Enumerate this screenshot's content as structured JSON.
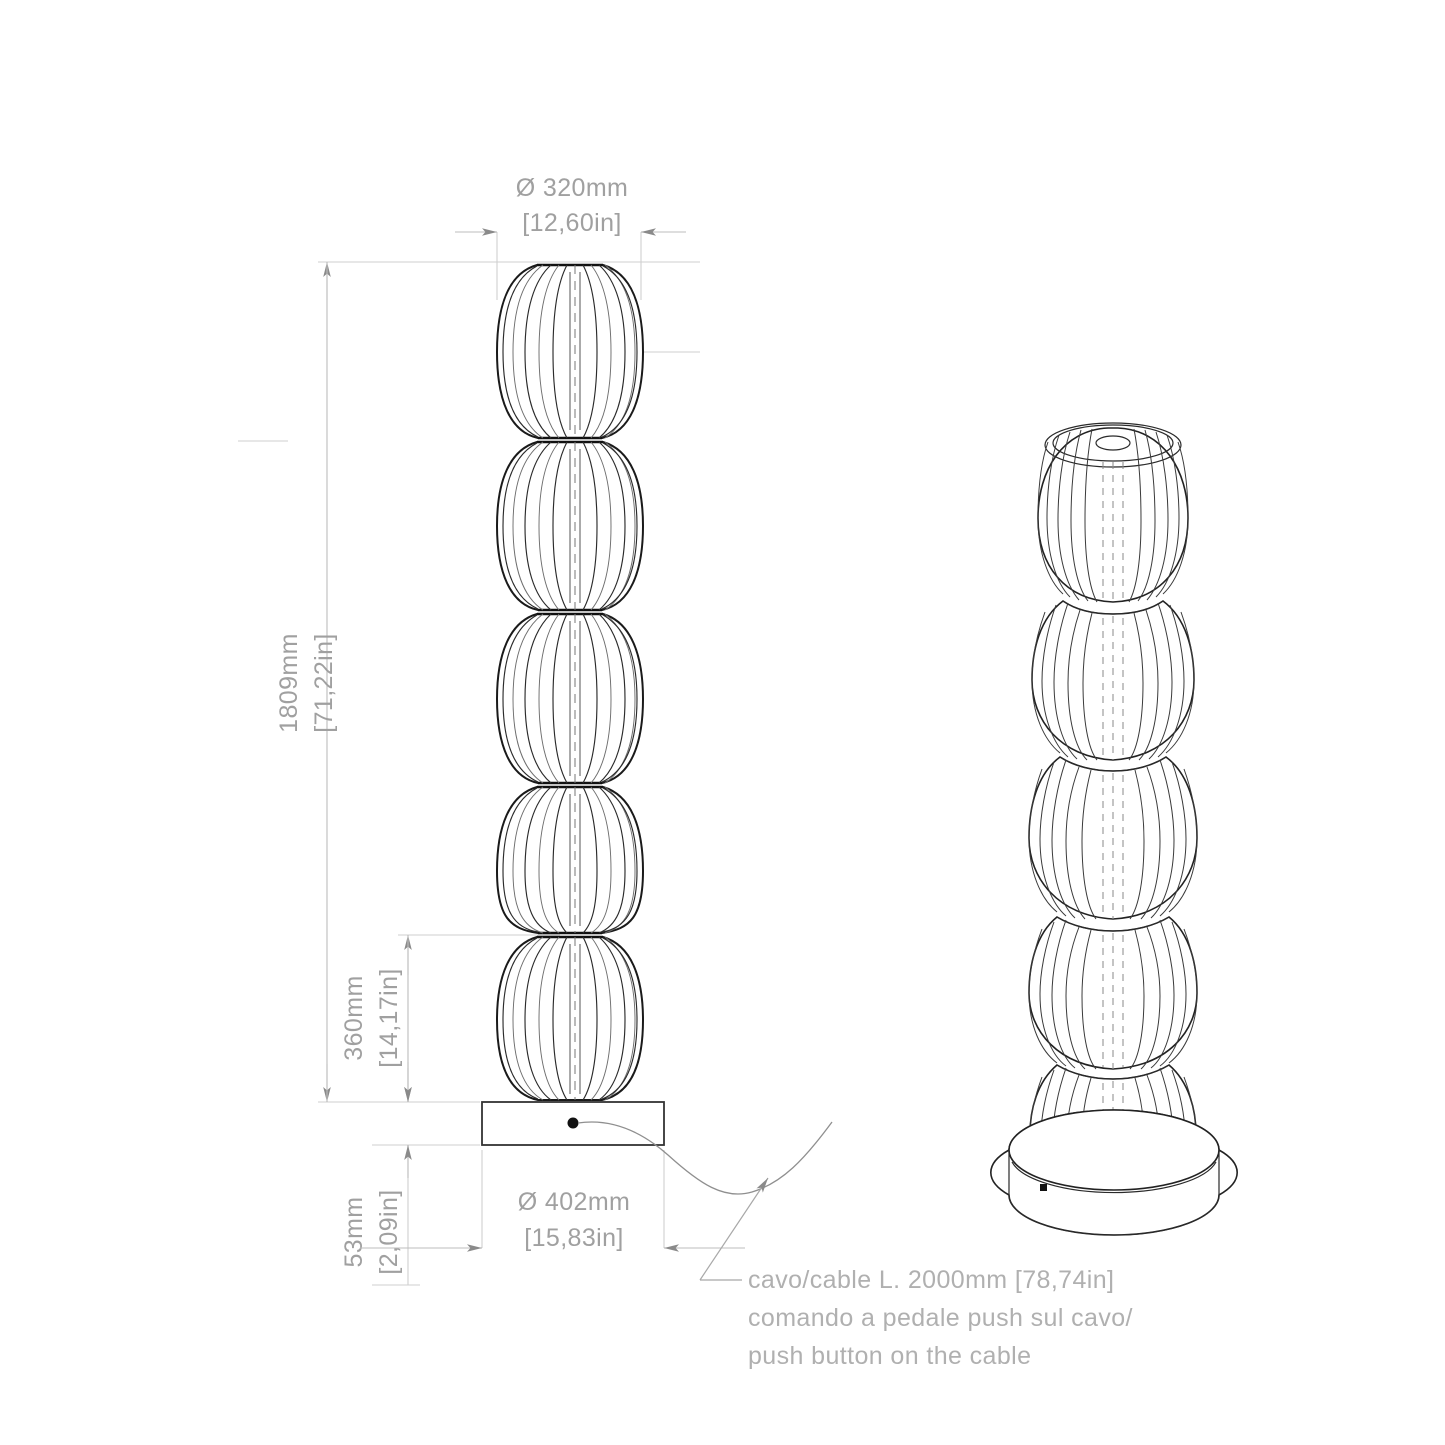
{
  "document": {
    "type": "technical-drawing",
    "title": "Floor lamp dimensional drawing"
  },
  "dimensions": {
    "top_diameter": {
      "label_mm": "Ø 320mm",
      "label_in": "[12,60in]",
      "value_mm": 320,
      "value_in": 12.6
    },
    "total_height": {
      "label_mm": "1809mm",
      "label_in": "[71,22in]",
      "value_mm": 1809,
      "value_in": 71.22
    },
    "segment_height": {
      "label_mm": "360mm",
      "label_in": "[14,17in]",
      "value_mm": 360,
      "value_in": 14.17
    },
    "base_height": {
      "label_mm": "53mm",
      "label_in": "[2,09in]",
      "value_mm": 53,
      "value_in": 2.09
    },
    "base_diameter": {
      "label_mm": "Ø 402mm",
      "label_in": "[15,83in]",
      "value_mm": 402,
      "value_in": 15.83
    }
  },
  "annotation": {
    "line1": "cavo/cable L. 2000mm [78,74in]",
    "line2": "comando a pedale push sul cavo/",
    "line3": "push button on the cable"
  },
  "views": {
    "front": {
      "name": "front-elevation",
      "segment_count": 5
    },
    "iso": {
      "name": "isometric-view",
      "segment_count": 5
    }
  },
  "colors": {
    "outline": "#1a1a1a",
    "dimension": "#bdbdbd",
    "text": "#a0a0a0",
    "background": "#ffffff"
  }
}
